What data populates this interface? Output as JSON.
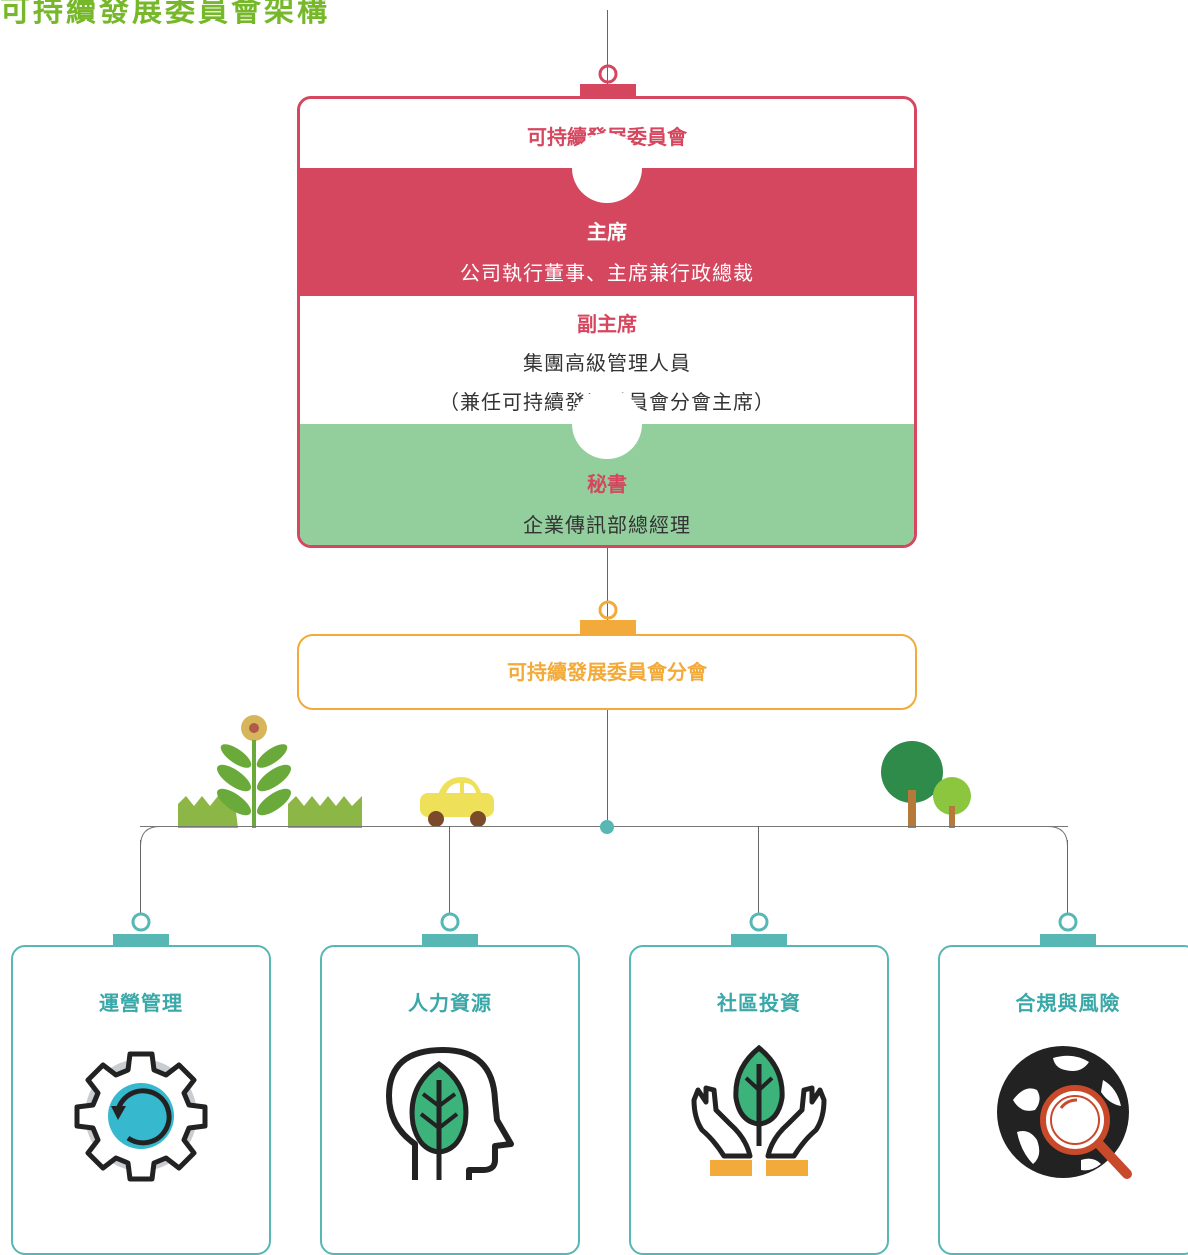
{
  "page_title": "可持續發展委員會架構",
  "committee": {
    "title": "可持續發展委員會",
    "chair_label": "主席",
    "chair_desc": "公司執行董事、主席兼行政總裁",
    "vice_label": "副主席",
    "vice_desc_1": "集團高級管理人員",
    "vice_desc_2": "（兼任可持續發展委員會分會主席）",
    "secretary_label": "秘書",
    "secretary_desc": "企業傳訊部總經理"
  },
  "subcommittee": {
    "title": "可持續發展委員會分會"
  },
  "units": [
    {
      "name": "運營管理",
      "icon": "gear-icon"
    },
    {
      "name": "人力資源",
      "icon": "head-leaf-icon"
    },
    {
      "name": "社區投資",
      "icon": "hands-leaf-icon"
    },
    {
      "name": "合規與風險",
      "icon": "globe-magnifier-icon"
    }
  ],
  "colors": {
    "committee": "#d5475f",
    "subcommittee": "#f2aa3a",
    "units": "#57b7b5",
    "secretary_bg": "#92cf9d",
    "title_green": "#76b82a"
  }
}
